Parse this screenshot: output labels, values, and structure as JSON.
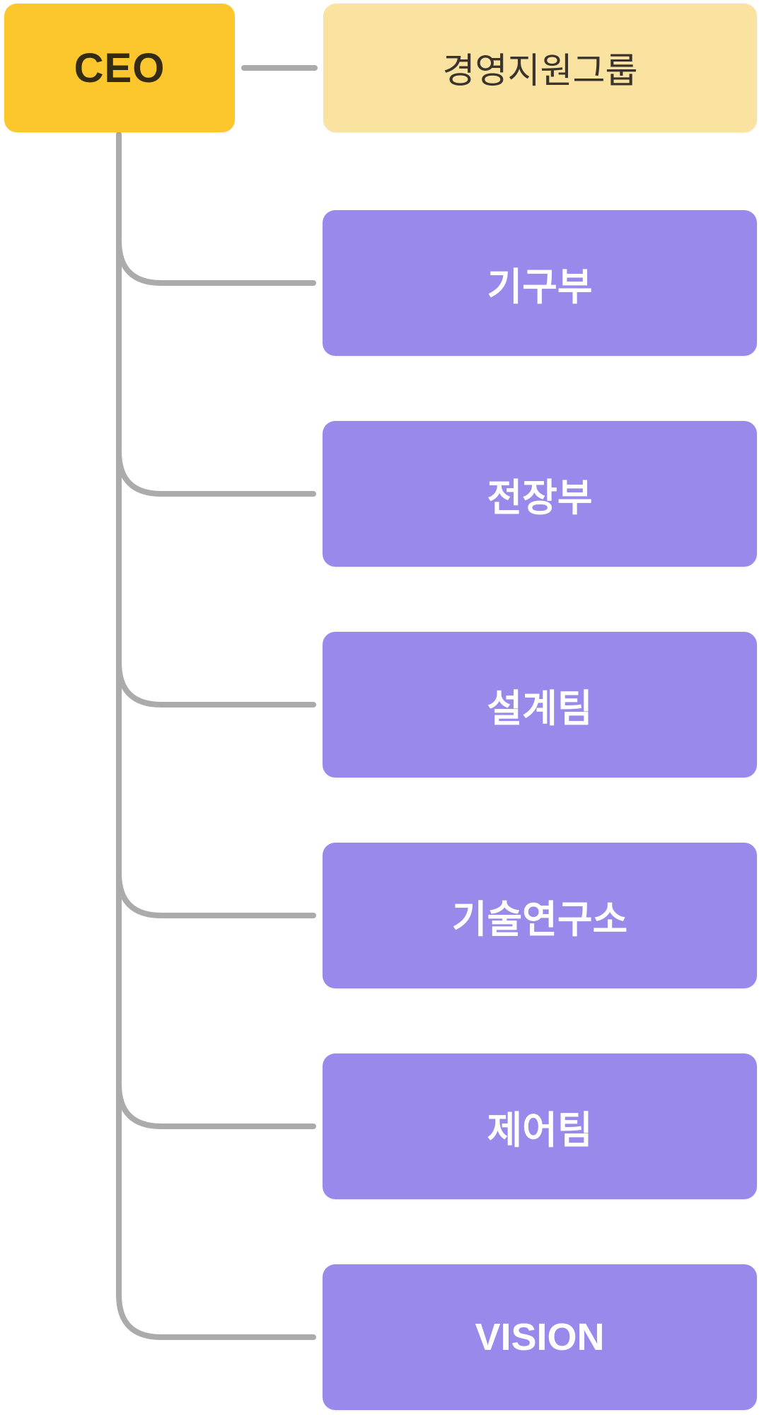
{
  "colors": {
    "background": "#FFFFFF",
    "ceo_bg": "#FCC62D",
    "ceo_text": "#342B15",
    "support_bg": "#FAE3A0",
    "support_text": "#3A342C",
    "dept_bg": "#9889EA",
    "dept_text": "#FFFFFF",
    "connector": "#ABABAB"
  },
  "nodes": {
    "root": {
      "label": "CEO"
    },
    "support": {
      "label": "경영지원그룹"
    },
    "departments": [
      {
        "label": "기구부"
      },
      {
        "label": "전장부"
      },
      {
        "label": "설계팀"
      },
      {
        "label": "기술연구소"
      },
      {
        "label": "제어팀"
      },
      {
        "label": "VISION"
      }
    ]
  }
}
